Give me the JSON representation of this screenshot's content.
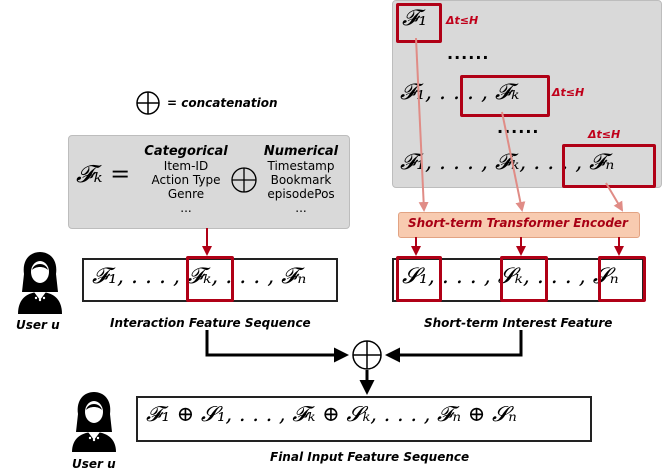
{
  "legend": {
    "operator": "⊕",
    "text": "= concatenation"
  },
  "feature_box": {
    "lhs": "𝓕ₖ =",
    "categorical_title": "Categorical",
    "categorical_items": [
      "Item-ID",
      "Action Type",
      "Genre",
      "..."
    ],
    "operator": "⊕",
    "numerical_title": "Numerical",
    "numerical_items": [
      "Timestamp",
      "Bookmark",
      "episodePos",
      "..."
    ]
  },
  "history_box": {
    "row1": "𝓕₁",
    "row1_delta": "Δt≤H",
    "dots1": "......",
    "row2": "𝓕₁, . . . , 𝓕ₖ",
    "row2_delta": "Δt≤H",
    "dots2": "......",
    "row3": "𝓕₁, . . . , 𝓕ₖ, . . . , 𝓕ₙ",
    "row3_delta": "Δt≤H"
  },
  "encoder_label": "Short-term Transformer Encoder",
  "interaction_seq": {
    "text": "𝓕₁, . . . , 𝓕ₖ, . . . , 𝓕ₙ",
    "caption": "Interaction Feature Sequence"
  },
  "interest_seq": {
    "text": "𝓢₁, . . . , 𝓢ₖ, . . . , 𝓢ₙ",
    "caption": "Short-term Interest Feature"
  },
  "merge_operator": "⊕",
  "final_seq": {
    "text": "𝓕₁ ⊕ 𝓢₁, . . . , 𝓕ₖ ⊕ 𝓢ₖ, . . . , 𝓕ₙ ⊕ 𝓢ₙ",
    "caption": "Final Input Feature Sequence"
  },
  "user_label_1": "User u",
  "user_label_2": "User u"
}
